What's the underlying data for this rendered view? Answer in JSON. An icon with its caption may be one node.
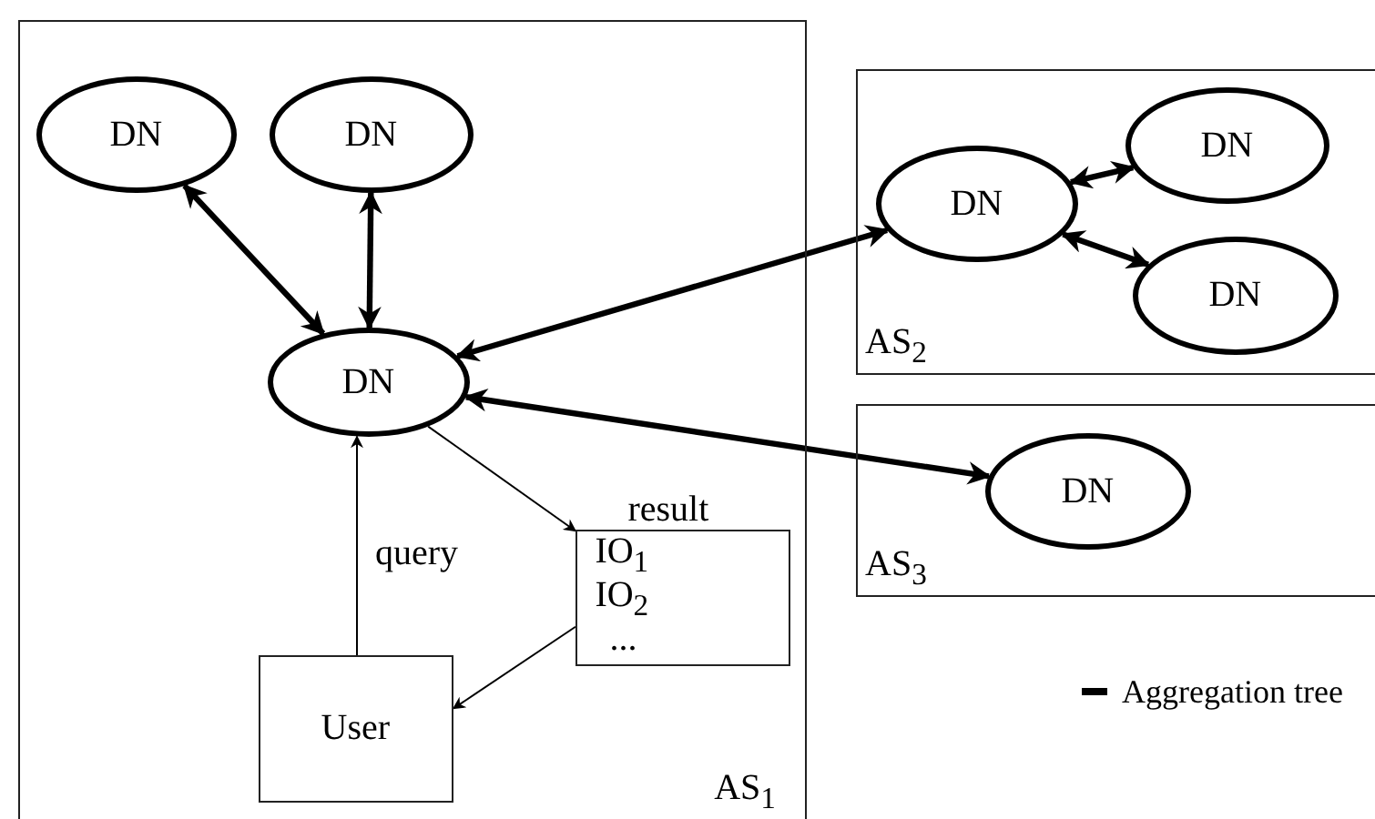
{
  "diagram": {
    "nodes": [
      {
        "text": [
          "AS$_{1}$"
        ]
      },
      {
        "text": [
          "DN"
        ],
        "in": 0
      },
      {
        "text": [
          "DN"
        ],
        "in": 0
      },
      {
        "text": [
          "DN"
        ],
        "in": 0
      },
      {
        "text": [
          "result",
          "IO$_{1}$",
          "IO$_{2}$",
          "..."
        ],
        "in": 0
      },
      {
        "text": [
          "User"
        ],
        "in": 0
      },
      {
        "text": [
          "AS$_{2}$"
        ]
      },
      {
        "text": [
          "DN"
        ],
        "in": 6
      },
      {
        "text": [
          "DN"
        ],
        "in": 6
      },
      {
        "text": [
          "DN"
        ],
        "in": 6
      },
      {
        "text": [
          "AS$_{3}$"
        ]
      },
      {
        "text": [
          "DN"
        ],
        "in": 10
      }
    ],
    "edges": [
      {
        "from": 1,
        "to": 3,
        "arrow": "both"
      },
      {
        "from": 2,
        "to": 3,
        "arrow": "both"
      },
      {
        "from": 3,
        "to": 7,
        "arrow": "both"
      },
      {
        "from": 3,
        "to": 11,
        "arrow": "both"
      },
      {
        "from": 7,
        "to": 8,
        "arrow": "both"
      },
      {
        "from": 7,
        "to": 9,
        "arrow": "both"
      },
      {
        "from": 3,
        "to": 4,
        "arrow": "to"
      },
      {
        "from": 5,
        "to": 3,
        "arrow": "to",
        "label": "query"
      },
      {
        "from": 4,
        "to": 5,
        "arrow": "to"
      }
    ],
    "legend": [
      {
        "text": "Aggregation tree"
      }
    ]
  }
}
